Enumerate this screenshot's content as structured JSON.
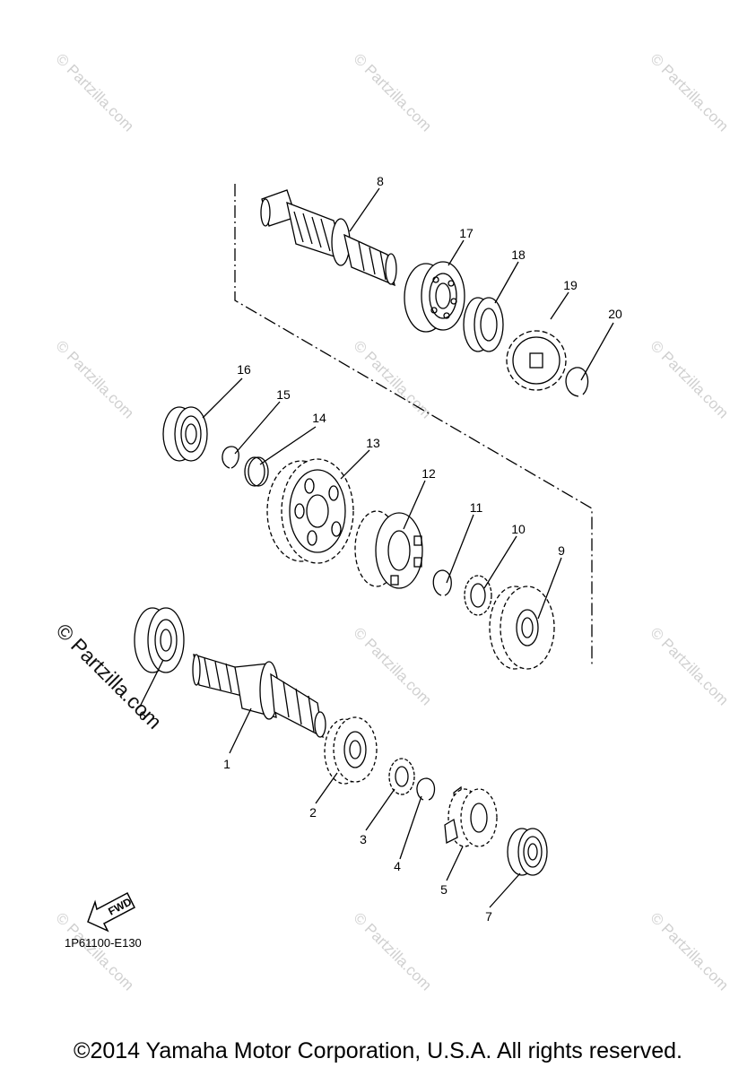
{
  "watermarks": {
    "faint": "© Partzilla.com",
    "bold": "© Partzilla.com"
  },
  "fwd_label": "FWD",
  "diagram_code": "1P61100-E130",
  "copyright": "©2014 Yamaha Motor Corporation, U.S.A. All rights reserved.",
  "callouts": [
    "1",
    "2",
    "3",
    "4",
    "5",
    "6",
    "7",
    "8",
    "9",
    "10",
    "11",
    "12",
    "13",
    "14",
    "15",
    "16",
    "17",
    "18",
    "19",
    "20"
  ],
  "colors": {
    "line": "#000000",
    "watermark": "#d0d0d0"
  }
}
